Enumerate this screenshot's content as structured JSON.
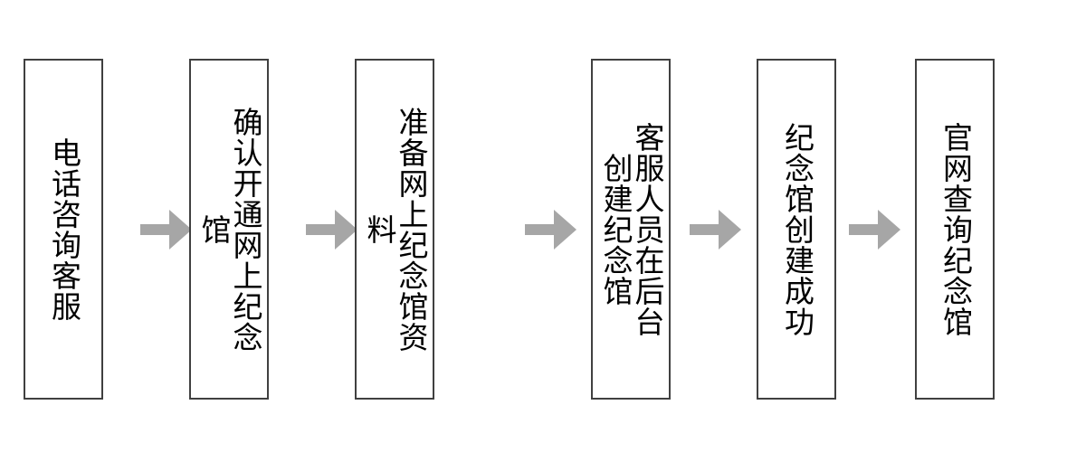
{
  "diagram": {
    "type": "horizontal-process-flow",
    "orientation": "left-to-right",
    "text_direction": "vertical-rl",
    "colors": {
      "background": "#ffffff",
      "box_fill": "#ffffff",
      "box_border": "#404040",
      "text": "#000000",
      "arrow": "#a6a6a6"
    },
    "steps": [
      {
        "index": 1,
        "label": "电话咨询客服",
        "columns": 1
      },
      {
        "index": 2,
        "label": "确认开通网上纪念馆",
        "columns": 1
      },
      {
        "index": 3,
        "label": "准备网上纪念馆资料",
        "columns": 1
      },
      {
        "index": 4,
        "label": "客服人员在后台创建纪念馆",
        "columns": 2
      },
      {
        "index": 5,
        "label": "纪念馆创建成功",
        "columns": 1
      },
      {
        "index": 6,
        "label": "官网查询纪念馆",
        "columns": 1
      }
    ],
    "connectors": [
      {
        "from": 1,
        "to": 2,
        "icon": "right-arrow-icon"
      },
      {
        "from": 2,
        "to": 3,
        "icon": "right-arrow-icon"
      },
      {
        "from": 3,
        "to": 4,
        "icon": "right-arrow-icon"
      },
      {
        "from": 4,
        "to": 5,
        "icon": "right-arrow-icon"
      },
      {
        "from": 5,
        "to": 6,
        "icon": "right-arrow-icon"
      }
    ]
  }
}
